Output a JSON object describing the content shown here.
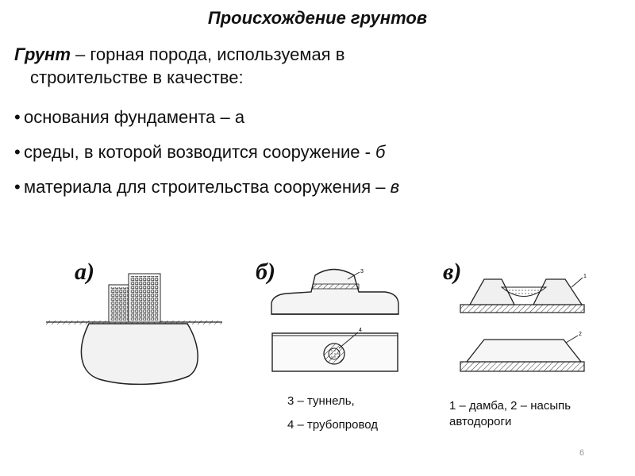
{
  "slide": {
    "title": "Происхождение грунтов",
    "definition": {
      "term": "Грунт",
      "text_line1": " – горная порода, используемая в",
      "text_line2": "строительстве в качестве:"
    },
    "bullets": [
      {
        "text": "основания фундамента – а",
        "letter": ""
      },
      {
        "text": "среды, в которой возводится сооружение - ",
        "letter": "б"
      },
      {
        "text": "материала для строительства сооружения – ",
        "letter": "в"
      }
    ],
    "figures": {
      "a_label": "а)",
      "b_label": "б)",
      "v_label": "в)",
      "marker_3": "3",
      "marker_4": "4",
      "marker_1": "1",
      "marker_2": "2"
    },
    "legend_b": {
      "line1": "3 – туннель,",
      "line2": "4 – трубопровод"
    },
    "legend_v": {
      "line1": "1 – дамба, 2 – насыпь",
      "line2": "автодороги"
    },
    "page_number": "6"
  }
}
